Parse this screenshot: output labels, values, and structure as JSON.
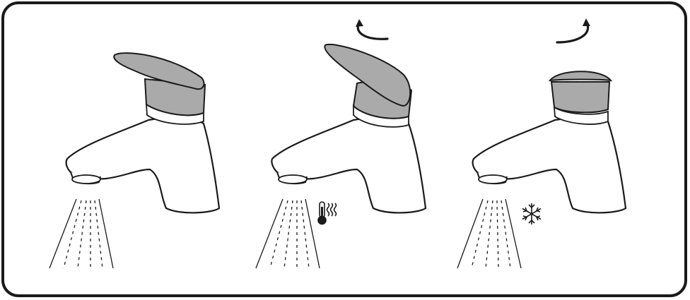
{
  "diagram": {
    "panels": [
      {
        "id": "panel-1",
        "handle_state": "lowered",
        "rotation_arrow": null,
        "temperature_icon": null,
        "water_flow": "on"
      },
      {
        "id": "panel-2",
        "handle_state": "rotated-left",
        "rotation_arrow": "counterclockwise",
        "temperature_icon": "hot-thermometer-icon",
        "water_flow": "on"
      },
      {
        "id": "panel-3",
        "handle_state": "rotated-right",
        "rotation_arrow": "clockwise",
        "temperature_icon": "cold-snowflake-icon",
        "water_flow": "on"
      }
    ],
    "colors": {
      "outline": "#1a1a1a",
      "handle_fill": "#aaaaaa",
      "background": "#ffffff"
    }
  }
}
